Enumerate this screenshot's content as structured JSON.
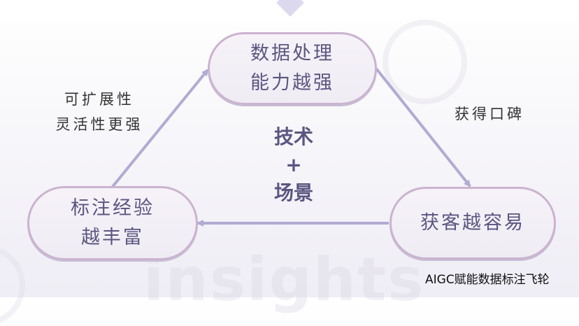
{
  "title": "AIGC赋能数据标注飞轮",
  "nodes": {
    "top": {
      "line1": "数据处理",
      "line2": "能力越强"
    },
    "left": {
      "line1": "标注经验",
      "line2": "越丰富"
    },
    "right": {
      "line1": "获客越容易"
    }
  },
  "edge_labels": {
    "left": {
      "line1": "可扩展性",
      "line2": "灵活性更强"
    },
    "right": "获得口碑"
  },
  "center": {
    "line1": "技术",
    "line2": "+",
    "line3": "场景"
  },
  "watermark": "insights",
  "colors": {
    "node_text": "#5a5680",
    "node_border": "#cbb3cf",
    "arrow": "#b1abd3",
    "label_text": "#333333"
  }
}
